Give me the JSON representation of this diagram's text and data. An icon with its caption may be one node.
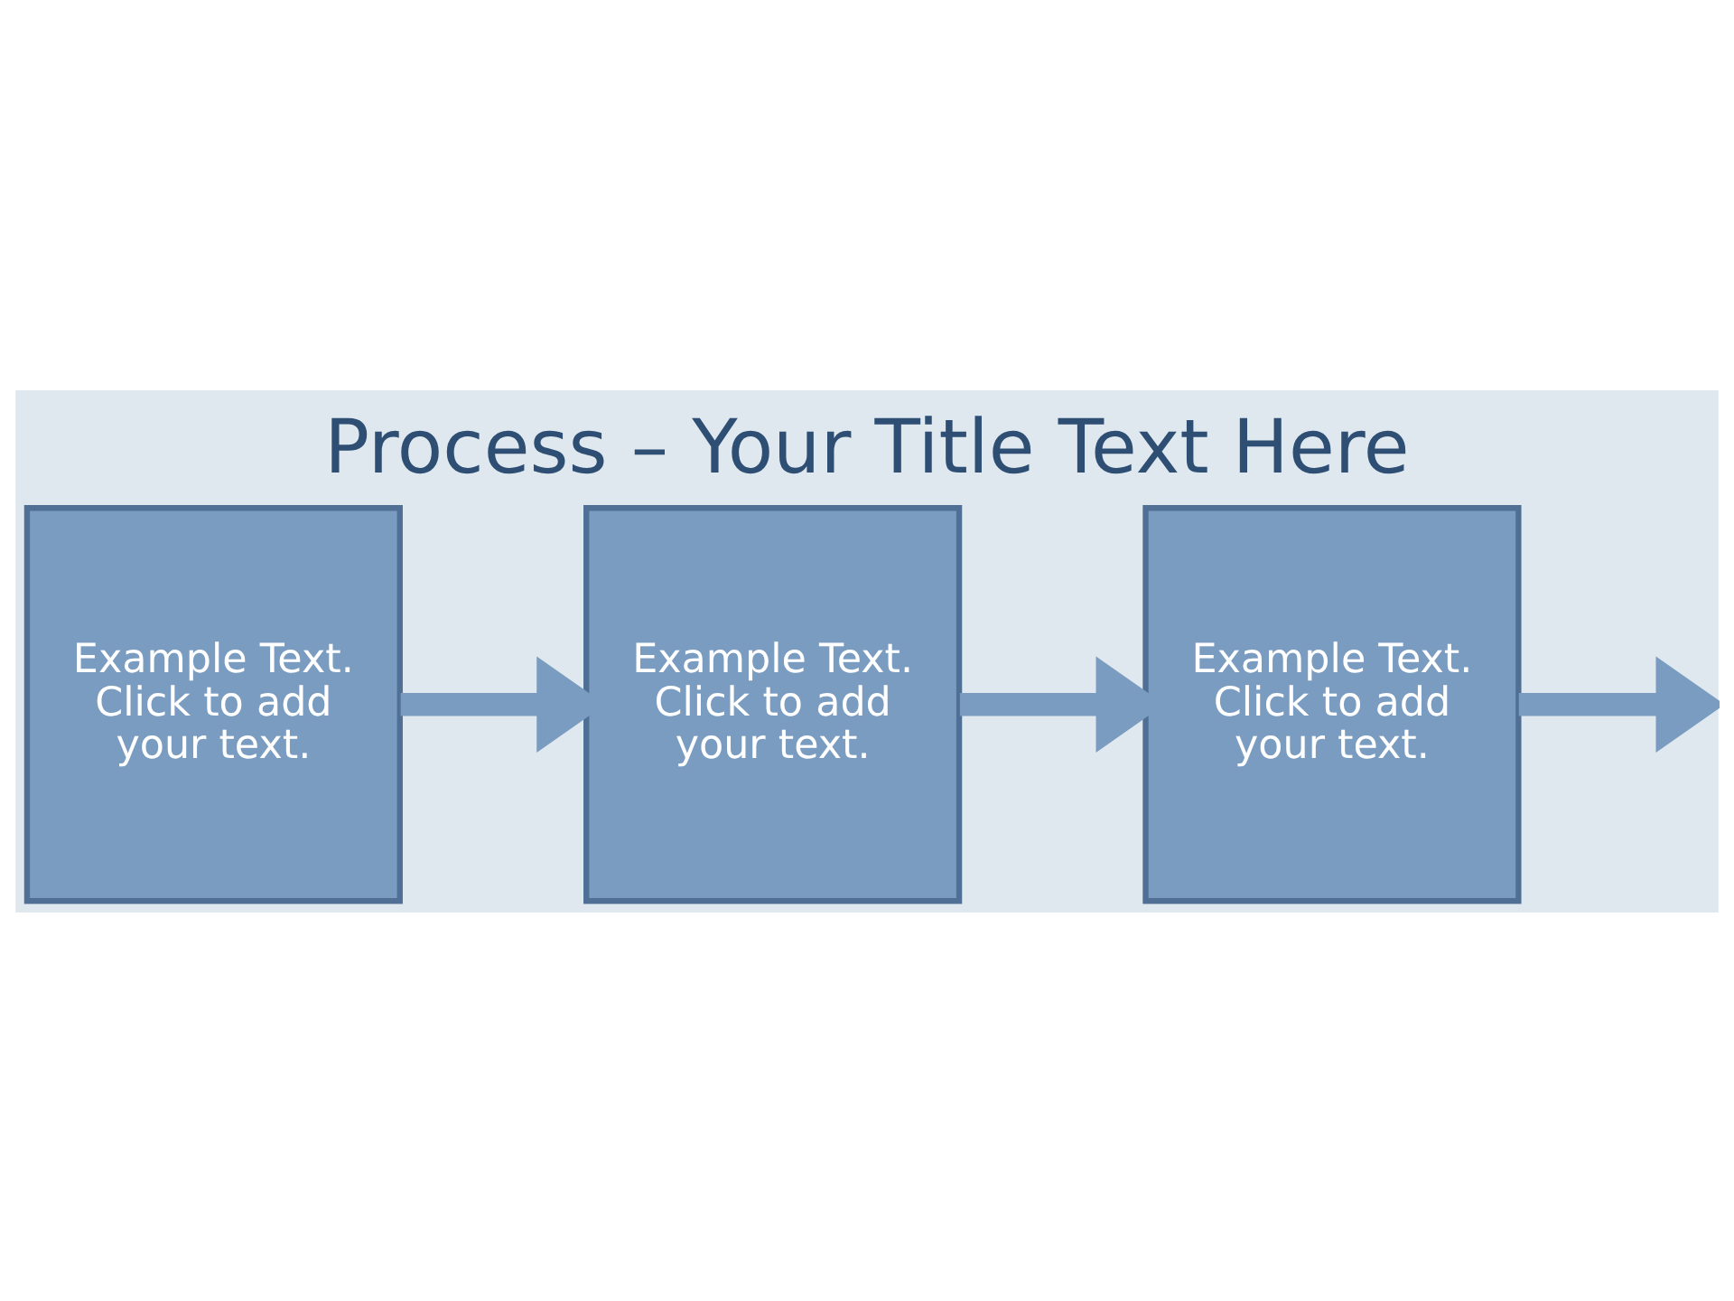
{
  "diagram": {
    "title": "Process – Your Title Text Here",
    "nodes": [
      {
        "text": [
          "Example Text. Click to add your text."
        ]
      },
      {
        "text": [
          "Example Text. Click to add your text."
        ]
      },
      {
        "text": [
          "Example Text. Click to add your text."
        ]
      }
    ],
    "edges": [
      {
        "from": 0,
        "to": 1,
        "arrow": "to"
      },
      {
        "from": 1,
        "to": 2,
        "arrow": "to"
      },
      {
        "from": 2,
        "to": null,
        "arrow": "to"
      }
    ]
  }
}
